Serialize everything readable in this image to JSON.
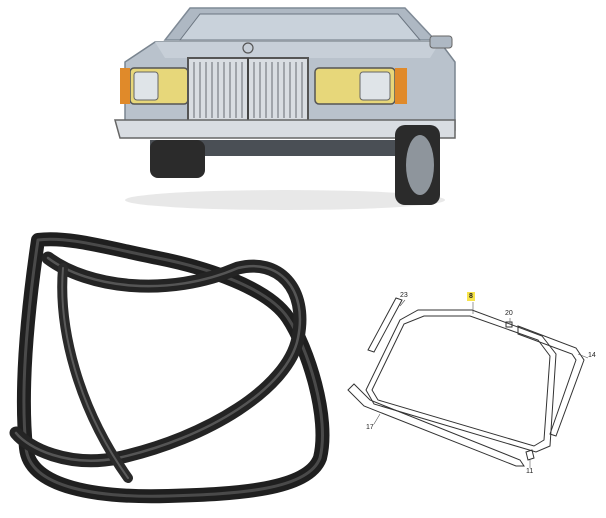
{
  "diagram": {
    "callouts": [
      {
        "id": "23",
        "label": "23",
        "highlight": false
      },
      {
        "id": "8",
        "label": "8",
        "highlight": true
      },
      {
        "id": "20",
        "label": "20",
        "highlight": false
      },
      {
        "id": "14",
        "label": "14",
        "highlight": false
      },
      {
        "id": "17",
        "label": "17",
        "highlight": false
      },
      {
        "id": "11",
        "label": "11",
        "highlight": false
      }
    ],
    "highlight_color": "#f7e44a"
  },
  "colors": {
    "car_body": "#b9c2cc",
    "rubber_seal": "#1f1f1f",
    "chrome": "#d9dde2"
  }
}
